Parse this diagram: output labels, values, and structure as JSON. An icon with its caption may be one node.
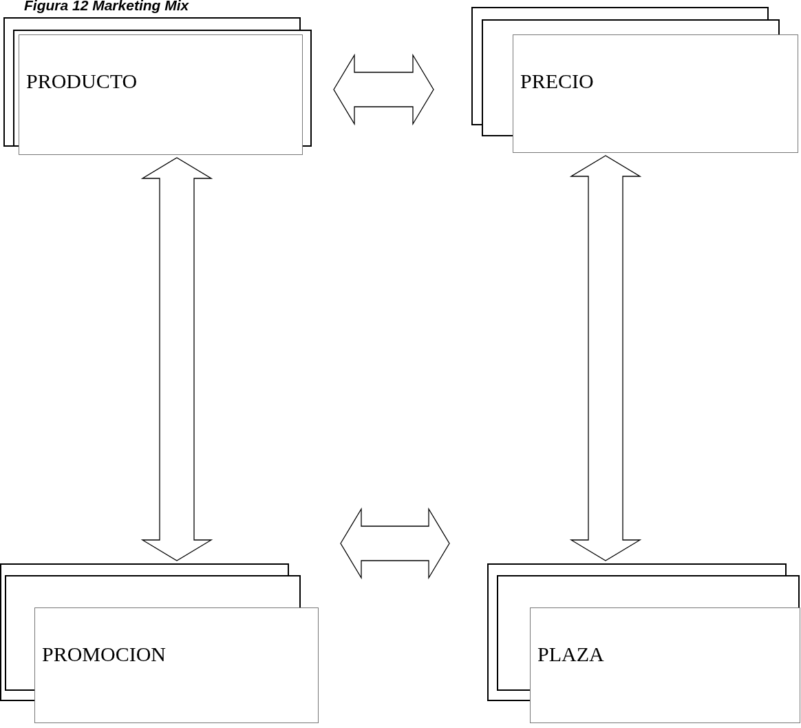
{
  "diagram": {
    "title": "Figura  12 Marketing Mix",
    "nodes": [
      {
        "text": [
          "PRODUCTO"
        ]
      },
      {
        "text": [
          "PRECIO"
        ]
      },
      {
        "text": [
          "PROMOCION"
        ]
      },
      {
        "text": [
          "PLAZA"
        ]
      }
    ],
    "edges": [
      {
        "from": 0,
        "to": 1,
        "arrow": "both"
      },
      {
        "from": 0,
        "to": 2,
        "arrow": "both"
      },
      {
        "from": 1,
        "to": 3,
        "arrow": "both"
      },
      {
        "from": 2,
        "to": 3,
        "arrow": "both"
      }
    ]
  }
}
